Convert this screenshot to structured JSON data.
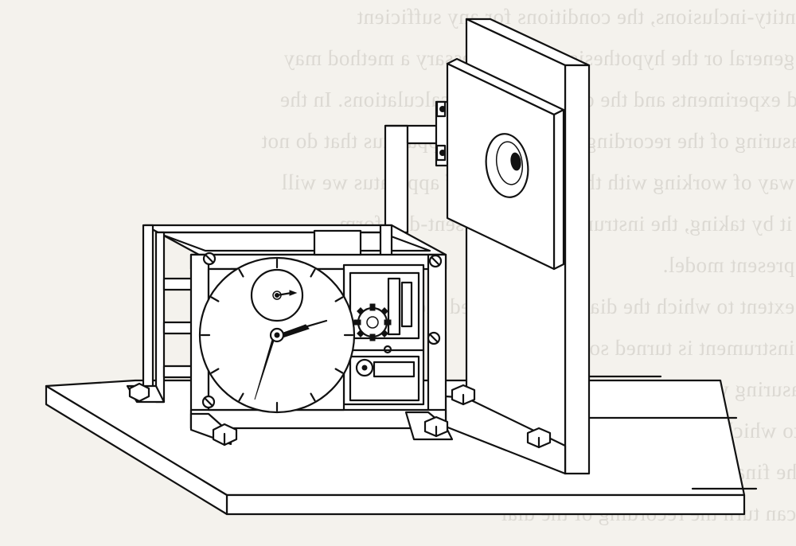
{
  "figure": {
    "description_labels": [],
    "colors": {
      "ink": "#111111",
      "paper": "#f4f2ed",
      "fill": "#ffffff",
      "bleed": "#c9c6bf"
    }
  },
  "bleed_through_text": [
    "quantity-inclusions, the conditions for any sufficient",
    "the general or the hypothesis that is necessary a method may",
    "fleld experiments and the observations of calculations. In the",
    "measuring of the recording of the dials of apparatus that do not",
    "the way of working with the indications of apparatus we will",
    "use it by taking, the instrument in its present-day form",
    "the present model.",
    "the extent to which the dial may be turned the",
    "the instrument is turned so that its",
    "measuring we read on the dial",
    "up to which the recording of a clock face",
    "of the final way of doing it is to",
    "we can turn the recording of the dial"
  ]
}
